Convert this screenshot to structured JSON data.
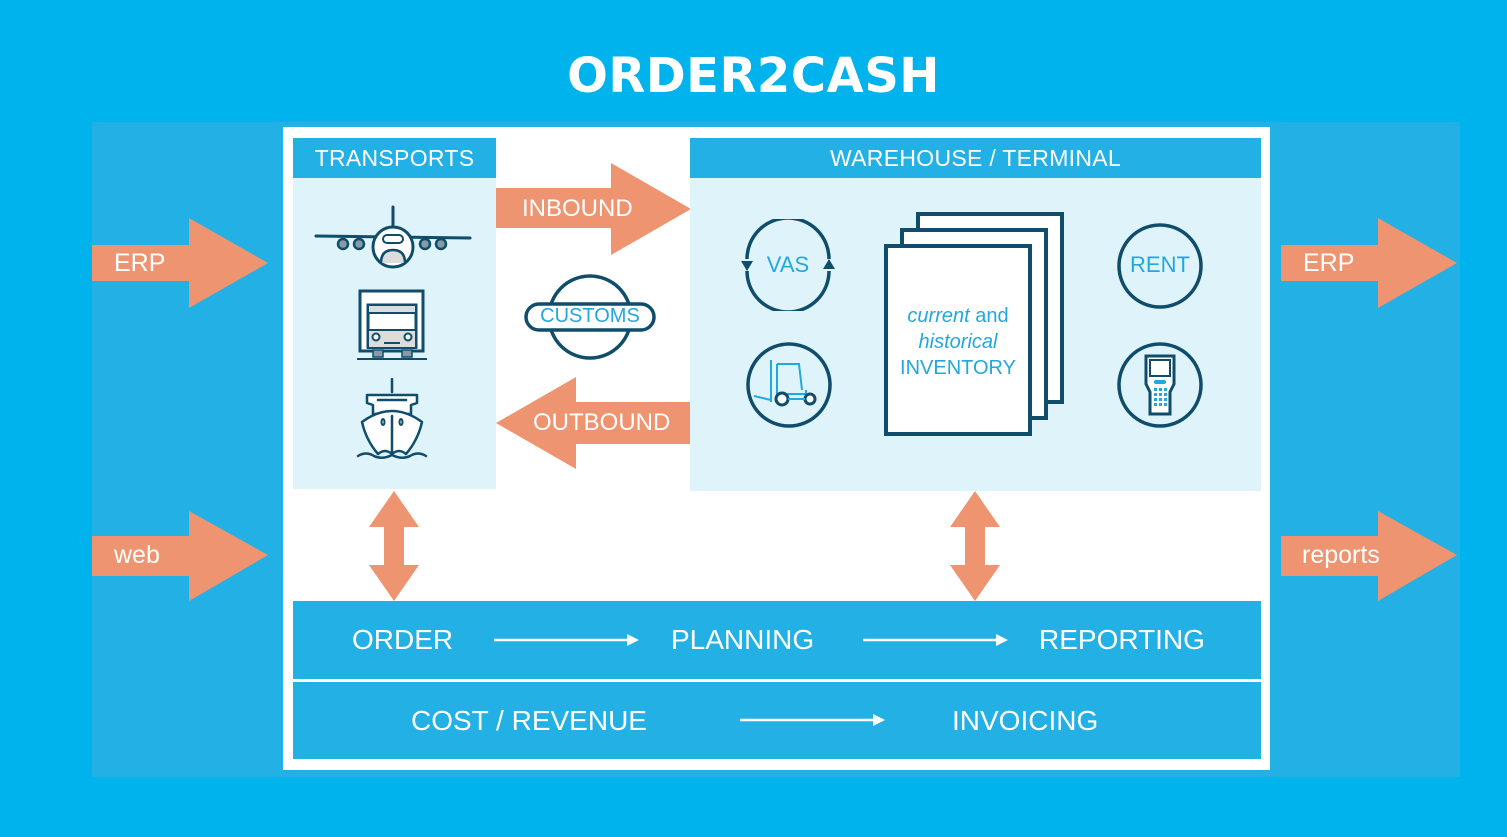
{
  "title": "ORDER2CASH",
  "colors": {
    "background": "#00b3ec",
    "panel": "#22b0e5",
    "light_box": "#dff3fb",
    "arrow": "#ee9470",
    "icon_stroke": "#0f4d6b",
    "icon_text": "#22a8dc"
  },
  "inputs": [
    {
      "label": "ERP",
      "icon": "arrow-right-icon"
    },
    {
      "label": "web",
      "icon": "arrow-right-icon"
    }
  ],
  "outputs": [
    {
      "label": "ERP",
      "icon": "arrow-right-icon"
    },
    {
      "label": "reports",
      "icon": "arrow-right-icon"
    }
  ],
  "transports": {
    "header": "TRANSPORTS",
    "icons": [
      "airplane-icon",
      "truck-icon",
      "ship-icon"
    ]
  },
  "flows": {
    "inbound": "INBOUND",
    "outbound": "OUTBOUND",
    "customs": "CUSTOMS"
  },
  "warehouse": {
    "header": "WAREHOUSE / TERMINAL",
    "vas": "VAS",
    "rent": "RENT",
    "inventory": {
      "line1_italic": "current",
      "line1_rest": " and",
      "line2_italic": "historical",
      "line3": "INVENTORY"
    },
    "icons": [
      "forklift-icon",
      "handheld-scanner-icon",
      "documents-stack-icon",
      "cycle-arrows-icon"
    ]
  },
  "process": {
    "row1": [
      "ORDER",
      "PLANNING",
      "REPORTING"
    ],
    "row2": [
      "COST / REVENUE",
      "INVOICING"
    ]
  }
}
